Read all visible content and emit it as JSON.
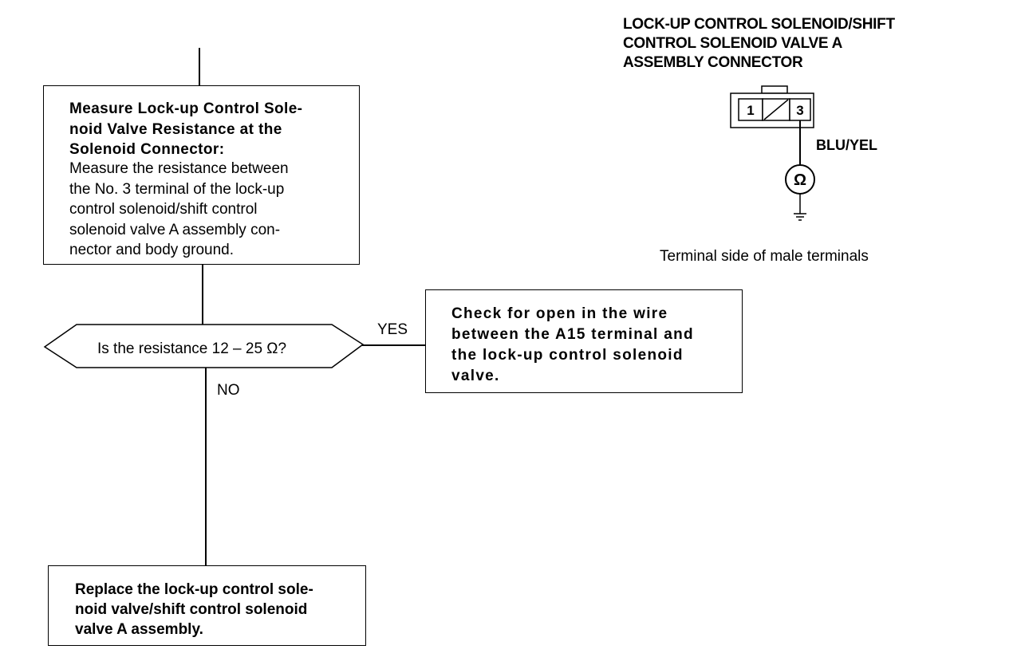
{
  "measure_box": {
    "title_lines": [
      "Measure Lock-up Control Sole-",
      "noid Valve Resistance at the",
      "Solenoid Connector:"
    ],
    "body_lines": [
      "Measure the resistance between",
      "the No. 3 terminal of the lock-up",
      "control solenoid/shift control",
      "solenoid valve A assembly con-",
      "nector and body ground."
    ]
  },
  "decision": {
    "question": "Is the resistance 12 – 25 Ω?",
    "yes_label": "YES",
    "no_label": "NO"
  },
  "yes_box": {
    "lines": [
      "Check for open in the wire",
      "between the A15 terminal and",
      "the lock-up control solenoid",
      "valve."
    ]
  },
  "no_box": {
    "lines": [
      "Replace the lock-up control sole-",
      "noid valve/shift control solenoid",
      "valve A assembly."
    ]
  },
  "connector": {
    "title_lines": [
      "LOCK-UP CONTROL SOLENOID/SHIFT",
      "CONTROL SOLENOID VALVE A",
      "ASSEMBLY CONNECTOR"
    ],
    "terminal_1": "1",
    "terminal_3": "3",
    "wire_label": "BLU/YEL",
    "meter_symbol": "Ω",
    "caption": "Terminal side of male terminals"
  }
}
